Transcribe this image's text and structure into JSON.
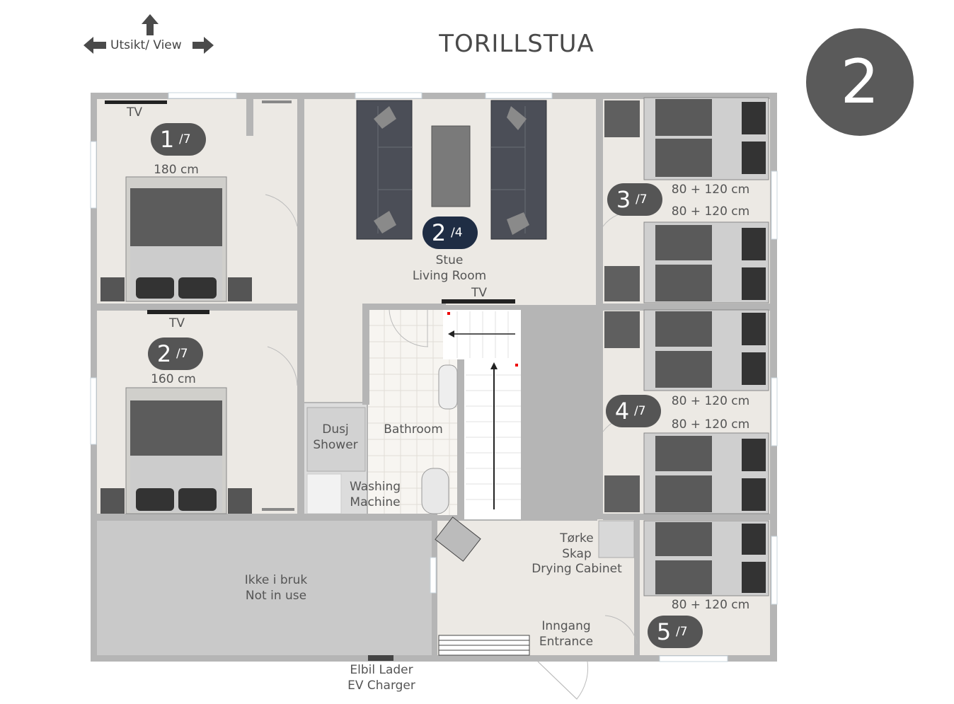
{
  "header": {
    "title": "TORILLSTUA",
    "view_label": "Utsikt/ View",
    "floor_number": "2"
  },
  "rooms": {
    "bedroom1": {
      "number": "1",
      "total": "/7",
      "bed": "180 cm",
      "tv": "TV"
    },
    "bedroom2": {
      "number": "2",
      "total": "/7",
      "bed": "160 cm",
      "tv": "TV"
    },
    "living": {
      "number": "2",
      "total": "/4",
      "name_no": "Stue",
      "name_en": "Living Room",
      "tv": "TV"
    },
    "bedroom3": {
      "number": "3",
      "total": "/7",
      "bed_top": "80 + 120 cm",
      "bed_bottom": "80 + 120 cm"
    },
    "bedroom4": {
      "number": "4",
      "total": "/7",
      "bed_top": "80 + 120 cm",
      "bed_bottom": "80 + 120 cm"
    },
    "bedroom5": {
      "number": "5",
      "total": "/7",
      "bed": "80 + 120 cm"
    },
    "shower": {
      "name_no": "Dusj",
      "name_en": "Shower"
    },
    "bathroom": {
      "name": "Bathroom"
    },
    "washing": {
      "line1": "Washing",
      "line2": "Machine"
    },
    "drying": {
      "line1": "Tørke",
      "line2": "Skap",
      "line3": "Drying Cabinet"
    },
    "unused": {
      "name_no": "Ikke i bruk",
      "name_en": "Not in use"
    },
    "entrance": {
      "name_no": "Inngang",
      "name_en": "Entrance"
    },
    "charger": {
      "name_no": "Elbil Lader",
      "name_en": "EV Charger"
    }
  },
  "colors": {
    "wall": "#b5b5b5",
    "floor": "#ece9e4",
    "unused": "#c9c9c9",
    "badge": "#555555",
    "badge_living": "#1f2d44",
    "sofa": "#4b4e57"
  }
}
